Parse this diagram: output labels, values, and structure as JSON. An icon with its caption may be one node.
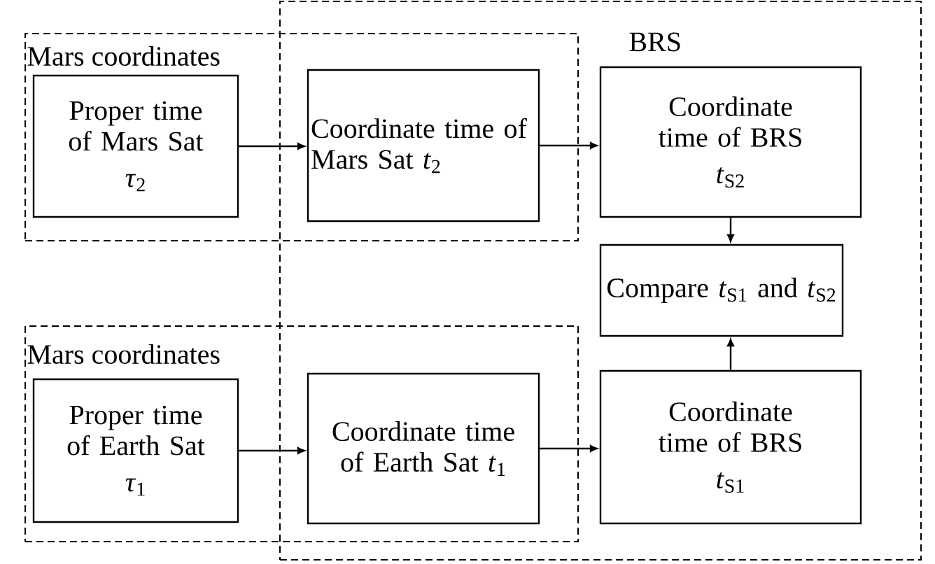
{
  "diagram": {
    "nodes": [
      {
        "text": [
          "BRS"
        ]
      },
      {
        "text": [
          "Mars coordinates"
        ]
      },
      {
        "text": [
          "Proper time of Mars Sat",
          "*τ*$_{2}$"
        ],
        "in": 1
      },
      {
        "text": [
          "Coordinate time of Mars Sat *t*$_{2}$"
        ]
      },
      {
        "text": [
          "Coordinate time of BRS",
          "*t*$_{S2}$"
        ],
        "in": 0
      },
      {
        "text": [
          "Compare *t*$_{S1}$ and *t*$_{S2}$"
        ],
        "in": 0
      },
      {
        "text": [
          "Mars coordinates"
        ]
      },
      {
        "text": [
          "Proper time of Earth Sat",
          "*τ*$_{1}$"
        ],
        "in": 6
      },
      {
        "text": [
          "Coordinate time of Earth Sat *t*$_{1}$"
        ]
      },
      {
        "text": [
          "Coordinate time of BRS",
          "*t*$_{S1}$"
        ],
        "in": 0
      }
    ],
    "edges": [
      {
        "from": 2,
        "to": 3,
        "arrow": "to"
      },
      {
        "from": 3,
        "to": 4,
        "arrow": "to"
      },
      {
        "from": 4,
        "to": 5,
        "arrow": "to"
      },
      {
        "from": 9,
        "to": 5,
        "arrow": "to"
      },
      {
        "from": 7,
        "to": 8,
        "arrow": "to"
      },
      {
        "from": 8,
        "to": 9,
        "arrow": "to"
      }
    ]
  }
}
